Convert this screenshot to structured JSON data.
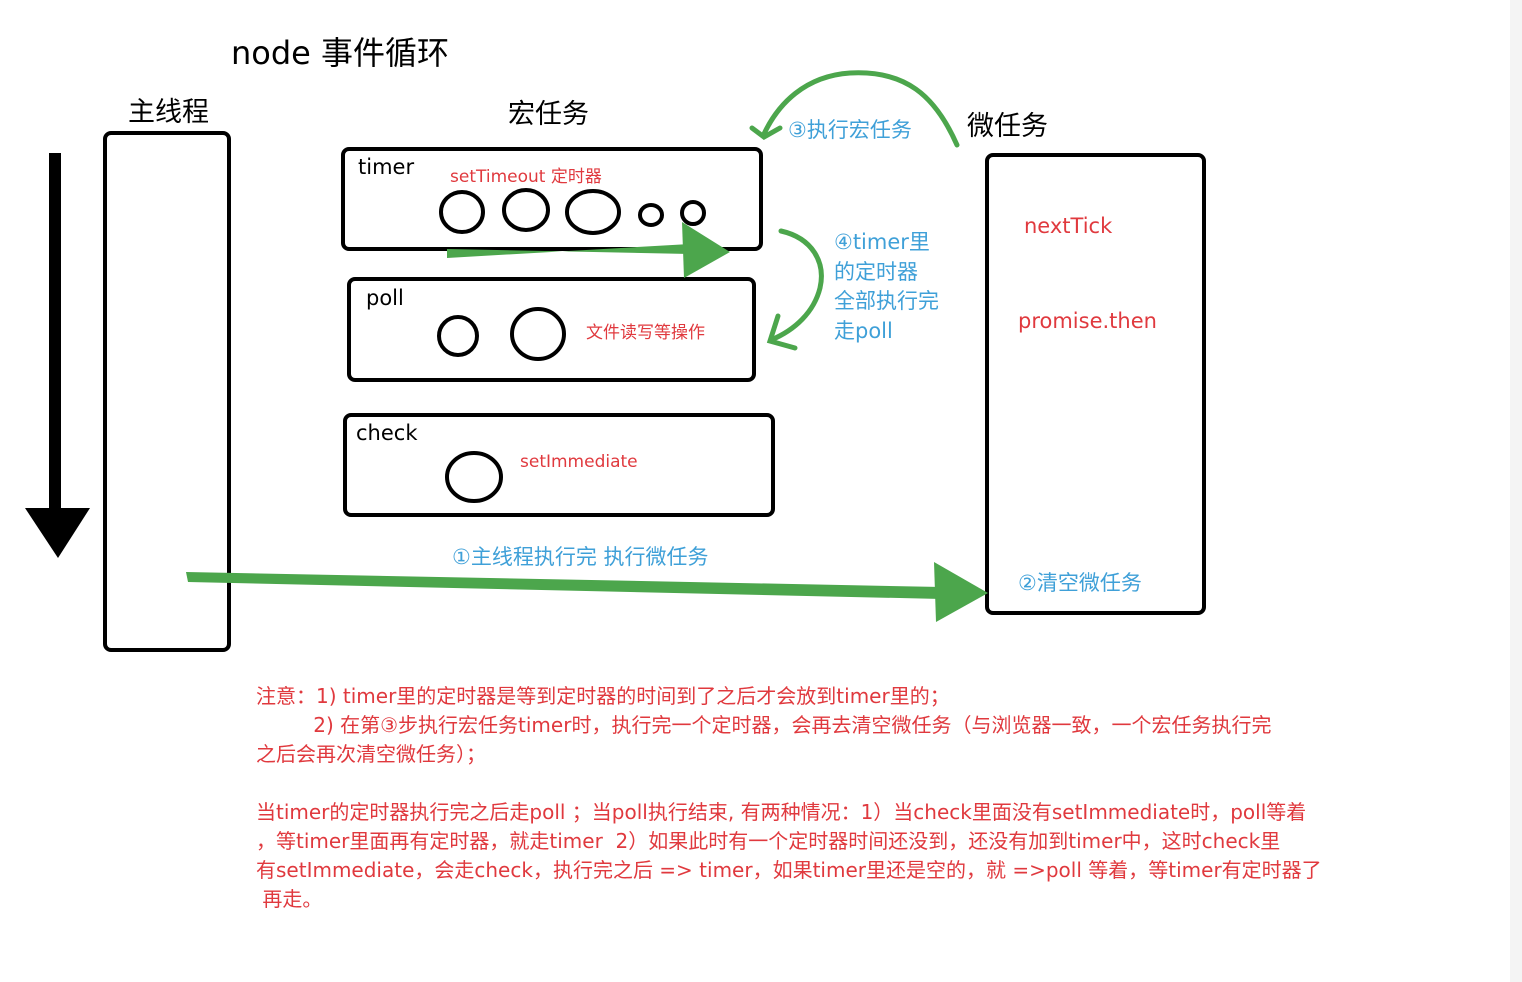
{
  "title": "node 事件循环",
  "headers": {
    "main_thread": "主线程",
    "macro_tasks": "宏任务",
    "micro_tasks": "微任务"
  },
  "macro": {
    "timer": {
      "label": "timer",
      "desc": "setTimeout 定时器"
    },
    "poll": {
      "label": "poll",
      "desc": "文件读写等操作"
    },
    "check": {
      "label": "check",
      "desc": "setImmediate"
    }
  },
  "micro": {
    "items": [
      "nextTick",
      "promise.then"
    ]
  },
  "steps": {
    "step1": "①主线程执行完 执行微任务",
    "step2": "②清空微任务",
    "step3": "③执行宏任务",
    "step4": [
      "④timer里",
      "的定时器",
      "全部执行完",
      "走poll"
    ]
  },
  "notes": [
    "注意：1) timer里的定时器是等到定时器的时间到了之后才会放到timer里的；",
    "         2) 在第③步执行宏任务timer时，执行完一个定时器，会再去清空微任务（与浏览器一致，一个宏任务执行完",
    "之后会再次清空微任务）；",
    "",
    "当timer的定时器执行完之后走poll ；当poll执行结束, 有两种情况：1）当check里面没有setImmediate时，poll等着",
    "，等timer里面再有定时器，就走timer  2）如果此时有一个定时器时间还没到，还没有加到timer中，这时check里",
    "有setImmediate，会走check，执行完之后 => timer，如果timer里还是空的，就 =>poll 等着，等timer有定时器了",
    " 再走。"
  ],
  "colors": {
    "arrow_green": "#4ca64c",
    "text_red": "#e0393e",
    "text_blue": "#3fa0d8"
  }
}
